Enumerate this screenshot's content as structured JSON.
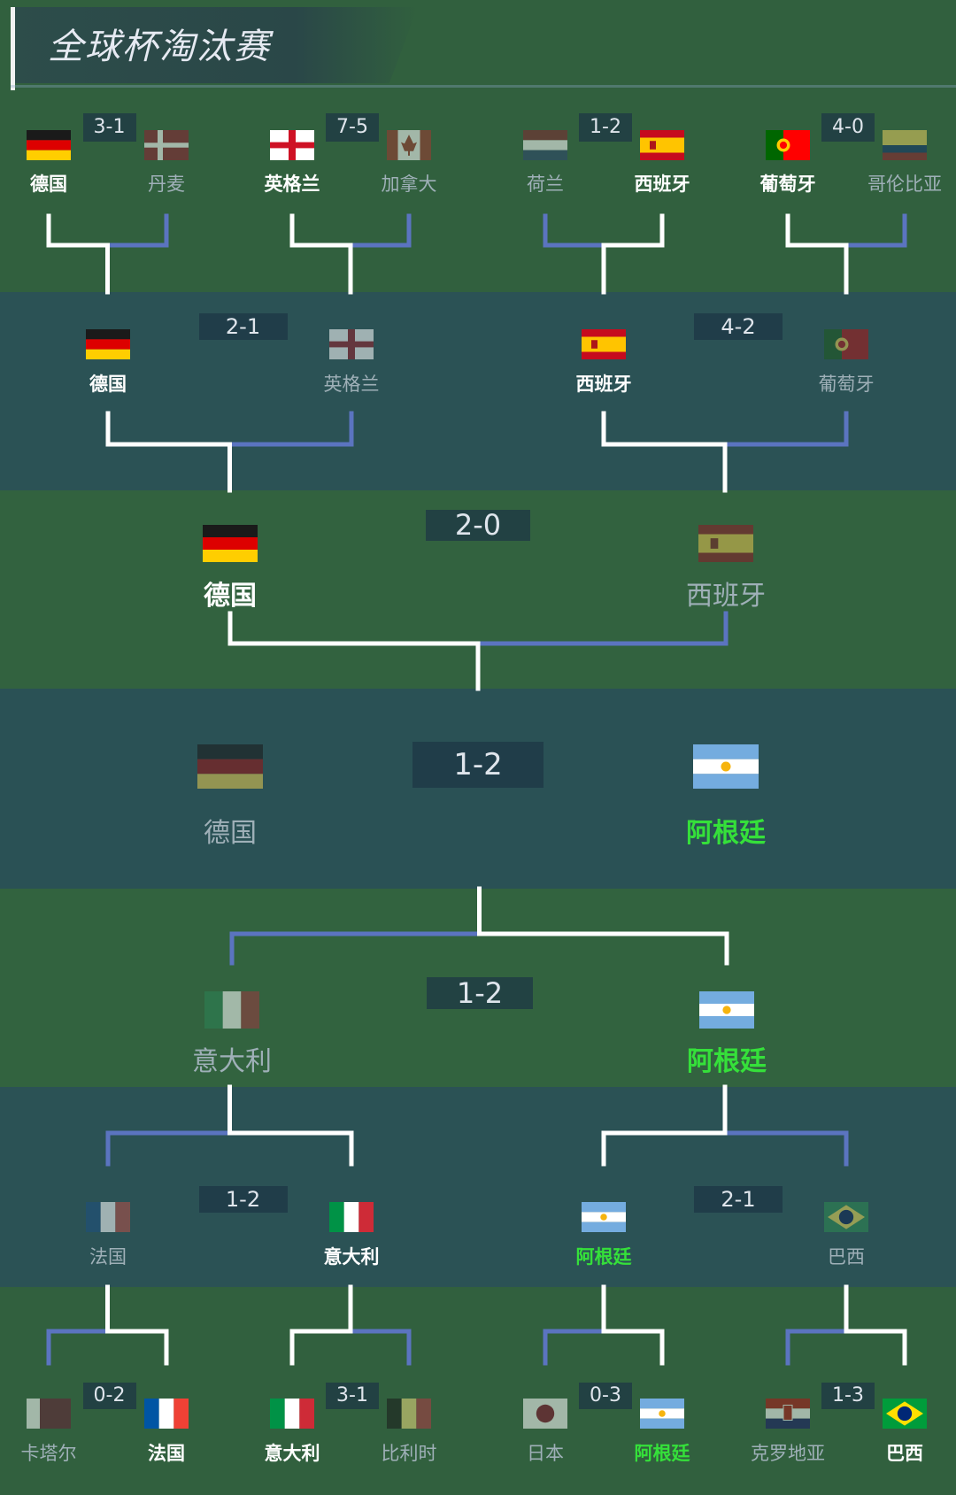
{
  "header": {
    "title": "全球杯淘汰赛"
  },
  "colors": {
    "winner_line": "#ffffff",
    "loser_line": "#5b74c0",
    "champion_text": "#35e03a",
    "winner_text": "#ffffff",
    "loser_text": "#9fb0b8",
    "band_green": "#31603e",
    "band_teal": "#2b5255"
  },
  "rounds": {
    "top_r16": [
      {
        "score": "3-1",
        "left": {
          "name": "德国",
          "flag": "germany"
        },
        "right": {
          "name": "丹麦",
          "flag": "denmark"
        },
        "winner": "left"
      },
      {
        "score": "7-5",
        "left": {
          "name": "英格兰",
          "flag": "england"
        },
        "right": {
          "name": "加拿大",
          "flag": "canada"
        },
        "winner": "left"
      },
      {
        "score": "1-2",
        "left": {
          "name": "荷兰",
          "flag": "netherlands"
        },
        "right": {
          "name": "西班牙",
          "flag": "spain"
        },
        "winner": "right"
      },
      {
        "score": "4-0",
        "left": {
          "name": "葡萄牙",
          "flag": "portugal"
        },
        "right": {
          "name": "哥伦比亚",
          "flag": "colombia"
        },
        "winner": "left"
      }
    ],
    "top_qf": [
      {
        "score": "2-1",
        "left": {
          "name": "德国",
          "flag": "germany"
        },
        "right": {
          "name": "英格兰",
          "flag": "england"
        },
        "winner": "left"
      },
      {
        "score": "4-2",
        "left": {
          "name": "西班牙",
          "flag": "spain"
        },
        "right": {
          "name": "葡萄牙",
          "flag": "portugal"
        },
        "winner": "left"
      }
    ],
    "top_sf": {
      "score": "2-0",
      "left": {
        "name": "德国",
        "flag": "germany"
      },
      "right": {
        "name": "西班牙",
        "flag": "spain"
      },
      "winner": "left"
    },
    "final": {
      "score": "1-2",
      "left": {
        "name": "德国",
        "flag": "germany"
      },
      "right": {
        "name": "阿根廷",
        "flag": "argentina"
      },
      "winner": "right"
    },
    "bottom_sf": {
      "score": "1-2",
      "left": {
        "name": "意大利",
        "flag": "italy"
      },
      "right": {
        "name": "阿根廷",
        "flag": "argentina"
      },
      "winner": "right"
    },
    "bottom_qf": [
      {
        "score": "1-2",
        "left": {
          "name": "法国",
          "flag": "france"
        },
        "right": {
          "name": "意大利",
          "flag": "italy"
        },
        "winner": "right"
      },
      {
        "score": "2-1",
        "left": {
          "name": "阿根廷",
          "flag": "argentina"
        },
        "right": {
          "name": "巴西",
          "flag": "brazil"
        },
        "winner": "left"
      }
    ],
    "bottom_r16": [
      {
        "score": "0-2",
        "left": {
          "name": "卡塔尔",
          "flag": "qatar"
        },
        "right": {
          "name": "法国",
          "flag": "france"
        },
        "winner": "right"
      },
      {
        "score": "3-1",
        "left": {
          "name": "意大利",
          "flag": "italy"
        },
        "right": {
          "name": "比利时",
          "flag": "belgium"
        },
        "winner": "left"
      },
      {
        "score": "0-3",
        "left": {
          "name": "日本",
          "flag": "japan"
        },
        "right": {
          "name": "阿根廷",
          "flag": "argentina"
        },
        "winner": "right"
      },
      {
        "score": "1-3",
        "left": {
          "name": "克罗地亚",
          "flag": "croatia"
        },
        "right": {
          "name": "巴西",
          "flag": "brazil"
        },
        "winner": "right"
      }
    ]
  },
  "champion": "阿根廷"
}
